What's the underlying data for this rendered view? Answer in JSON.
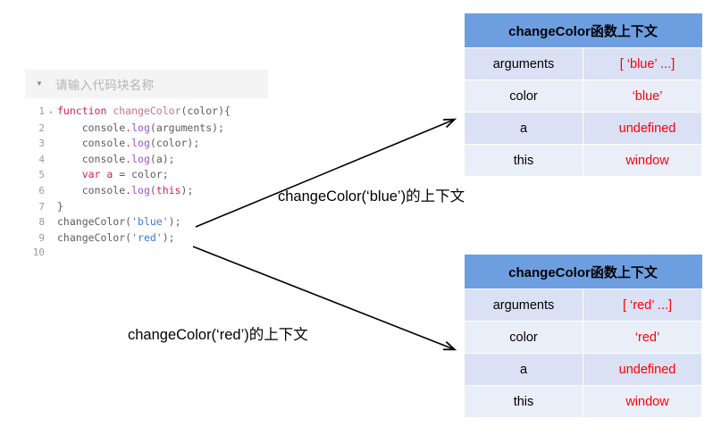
{
  "editor": {
    "fold_toggle_icon": "caret-down-icon",
    "title_placeholder": "请输入代码块名称",
    "title_value": "",
    "line_numbers": [
      "1",
      "2",
      "3",
      "4",
      "5",
      "6",
      "7",
      "8",
      "9",
      "10"
    ],
    "code_lines": [
      {
        "n": "1",
        "fold": "▾",
        "tokens": [
          {
            "t": "function",
            "c": "kw"
          },
          {
            "t": " ",
            "c": "plain"
          },
          {
            "t": "changeColor",
            "c": "fn"
          },
          {
            "t": "(",
            "c": "plain"
          },
          {
            "t": "color",
            "c": "plain"
          },
          {
            "t": "){",
            "c": "plain"
          }
        ]
      },
      {
        "n": "2",
        "fold": "",
        "tokens": [
          {
            "t": "    console",
            "c": "plain"
          },
          {
            "t": ".",
            "c": "dot"
          },
          {
            "t": "log",
            "c": "prop"
          },
          {
            "t": "(arguments);",
            "c": "plain"
          }
        ]
      },
      {
        "n": "3",
        "fold": "",
        "tokens": [
          {
            "t": "    console",
            "c": "plain"
          },
          {
            "t": ".",
            "c": "dot"
          },
          {
            "t": "log",
            "c": "prop"
          },
          {
            "t": "(color);",
            "c": "plain"
          }
        ]
      },
      {
        "n": "4",
        "fold": "",
        "tokens": [
          {
            "t": "    console",
            "c": "plain"
          },
          {
            "t": ".",
            "c": "dot"
          },
          {
            "t": "log",
            "c": "prop"
          },
          {
            "t": "(a);",
            "c": "plain"
          }
        ]
      },
      {
        "n": "5",
        "fold": "",
        "tokens": [
          {
            "t": "    ",
            "c": "plain"
          },
          {
            "t": "var",
            "c": "kw"
          },
          {
            "t": " ",
            "c": "plain"
          },
          {
            "t": "a",
            "c": "kw"
          },
          {
            "t": " = color;",
            "c": "plain"
          }
        ]
      },
      {
        "n": "6",
        "fold": "",
        "tokens": [
          {
            "t": "    console",
            "c": "plain"
          },
          {
            "t": ".",
            "c": "dot"
          },
          {
            "t": "log",
            "c": "prop"
          },
          {
            "t": "(",
            "c": "plain"
          },
          {
            "t": "this",
            "c": "kw"
          },
          {
            "t": ");",
            "c": "plain"
          }
        ]
      },
      {
        "n": "7",
        "fold": "",
        "tokens": [
          {
            "t": "}",
            "c": "plain"
          }
        ]
      },
      {
        "n": "8",
        "fold": "",
        "tokens": [
          {
            "t": "changeColor(",
            "c": "plain"
          },
          {
            "t": "'blue'",
            "c": "str"
          },
          {
            "t": ");",
            "c": "plain"
          }
        ]
      },
      {
        "n": "9",
        "fold": "",
        "tokens": [
          {
            "t": "changeColor(",
            "c": "plain"
          },
          {
            "t": "'red'",
            "c": "str"
          },
          {
            "t": ");",
            "c": "plain"
          }
        ]
      },
      {
        "n": "10",
        "fold": "",
        "tokens": [
          {
            "t": "",
            "c": "plain"
          }
        ]
      }
    ]
  },
  "tables": {
    "blue": {
      "title": "changeColor函数上下文",
      "rows": [
        {
          "key": "arguments",
          "value": "[ ‘blue’ ...]"
        },
        {
          "key": "color",
          "value": "‘blue’"
        },
        {
          "key": "a",
          "value": "undefined"
        },
        {
          "key": "this",
          "value": "window"
        }
      ]
    },
    "red": {
      "title": "changeColor函数上下文",
      "rows": [
        {
          "key": "arguments",
          "value": "[ ‘red’ ...]"
        },
        {
          "key": "color",
          "value": "‘red’"
        },
        {
          "key": "a",
          "value": "undefined"
        },
        {
          "key": "this",
          "value": "window"
        }
      ]
    }
  },
  "annotations": {
    "blue_label": "changeColor(‘blue’)的上下文",
    "red_label": "changeColor(‘red’)的上下文"
  },
  "colors": {
    "table_header": "#6d9ee0",
    "row_dark": "#dae1f4",
    "row_light": "#eaeef9",
    "value_text": "#ff0000",
    "editor_header_bg": "#f4f4f4",
    "keyword": "#d3205a",
    "property": "#9b53c9",
    "string": "#3a7ad6",
    "arrow": "#000000",
    "page_bg": "#ffffff"
  }
}
